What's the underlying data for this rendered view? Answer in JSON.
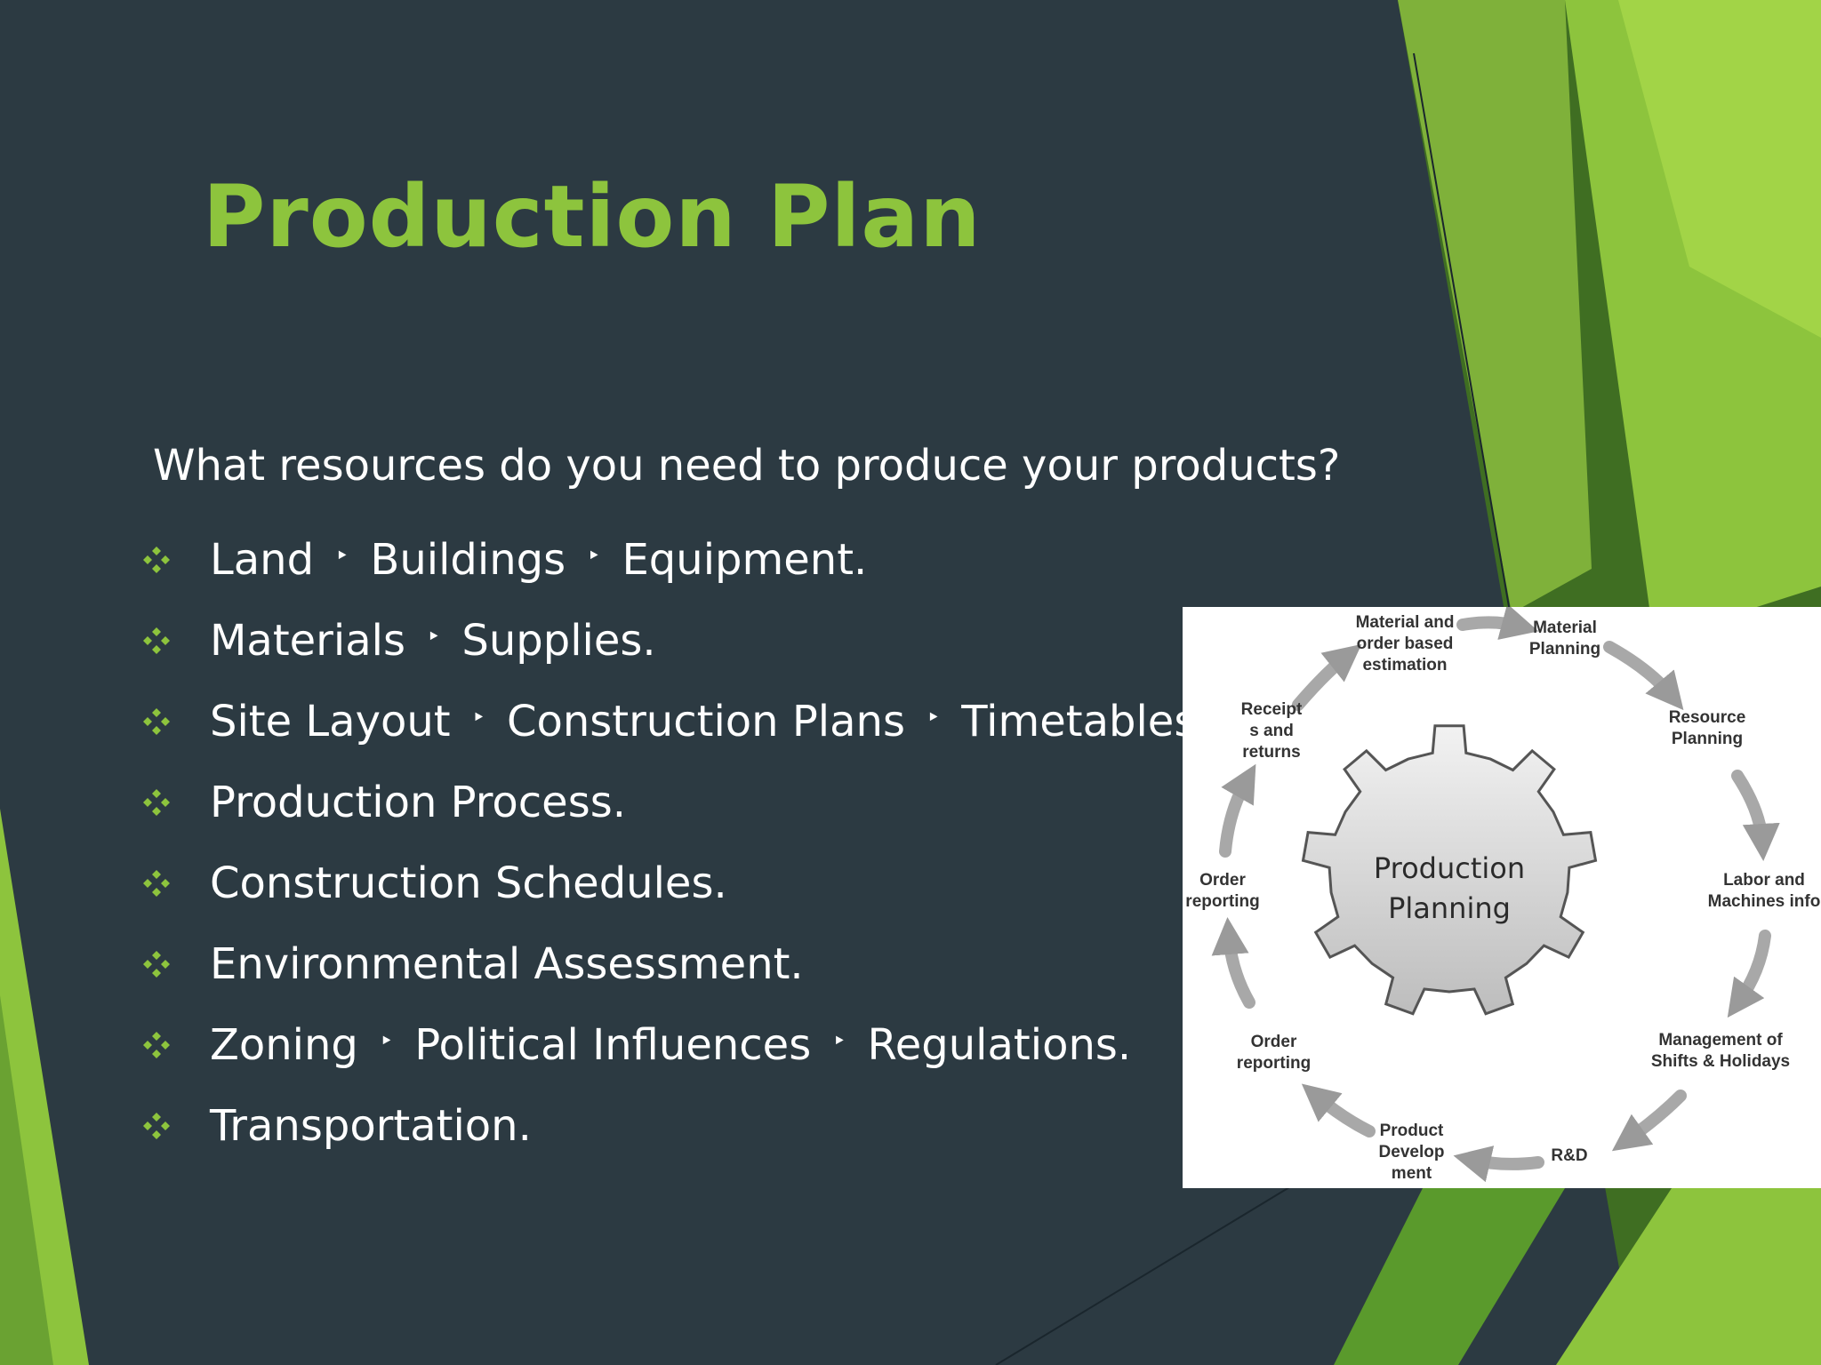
{
  "slide": {
    "title": "Production Plan",
    "question": "What resources do you need to produce your products?",
    "separator": "‣",
    "bullet_icon": "four-diamond-bullet-icon",
    "colors": {
      "background": "#2c3a42",
      "accent_green": "#8dc43d",
      "dark_green": "#3f6e22",
      "text": "#ffffff"
    },
    "bullets": [
      {
        "parts": [
          "Land",
          "Buildings",
          "Equipment."
        ]
      },
      {
        "parts": [
          "Materials",
          "Supplies."
        ]
      },
      {
        "parts": [
          "Site Layout",
          "Construction Plans",
          "Timetables."
        ]
      },
      {
        "parts": [
          "Production Process."
        ]
      },
      {
        "parts": [
          "Construction Schedules."
        ]
      },
      {
        "parts": [
          "Environmental Assessment."
        ]
      },
      {
        "parts": [
          "Zoning",
          "Political Influences",
          "Regulations."
        ]
      },
      {
        "parts": [
          "Transportation."
        ]
      }
    ]
  },
  "diagram": {
    "center": "Production\nPlanning",
    "steps": {
      "material_estimation": "Material and\norder based\nestimation",
      "material_planning": "Material\nPlanning",
      "resource_planning": "Resource\nPlanning",
      "labor_machines": "Labor and\nMachines info",
      "shift_management": "Management of\nShifts & Holidays",
      "rnd": "R&D",
      "product_development": "Product\nDevelop\nment",
      "order_reporting_lower": "Order\nreporting",
      "order_reporting_upper": "Order\nreporting",
      "receipts_returns": "Receipt\ns and\nreturns"
    }
  }
}
